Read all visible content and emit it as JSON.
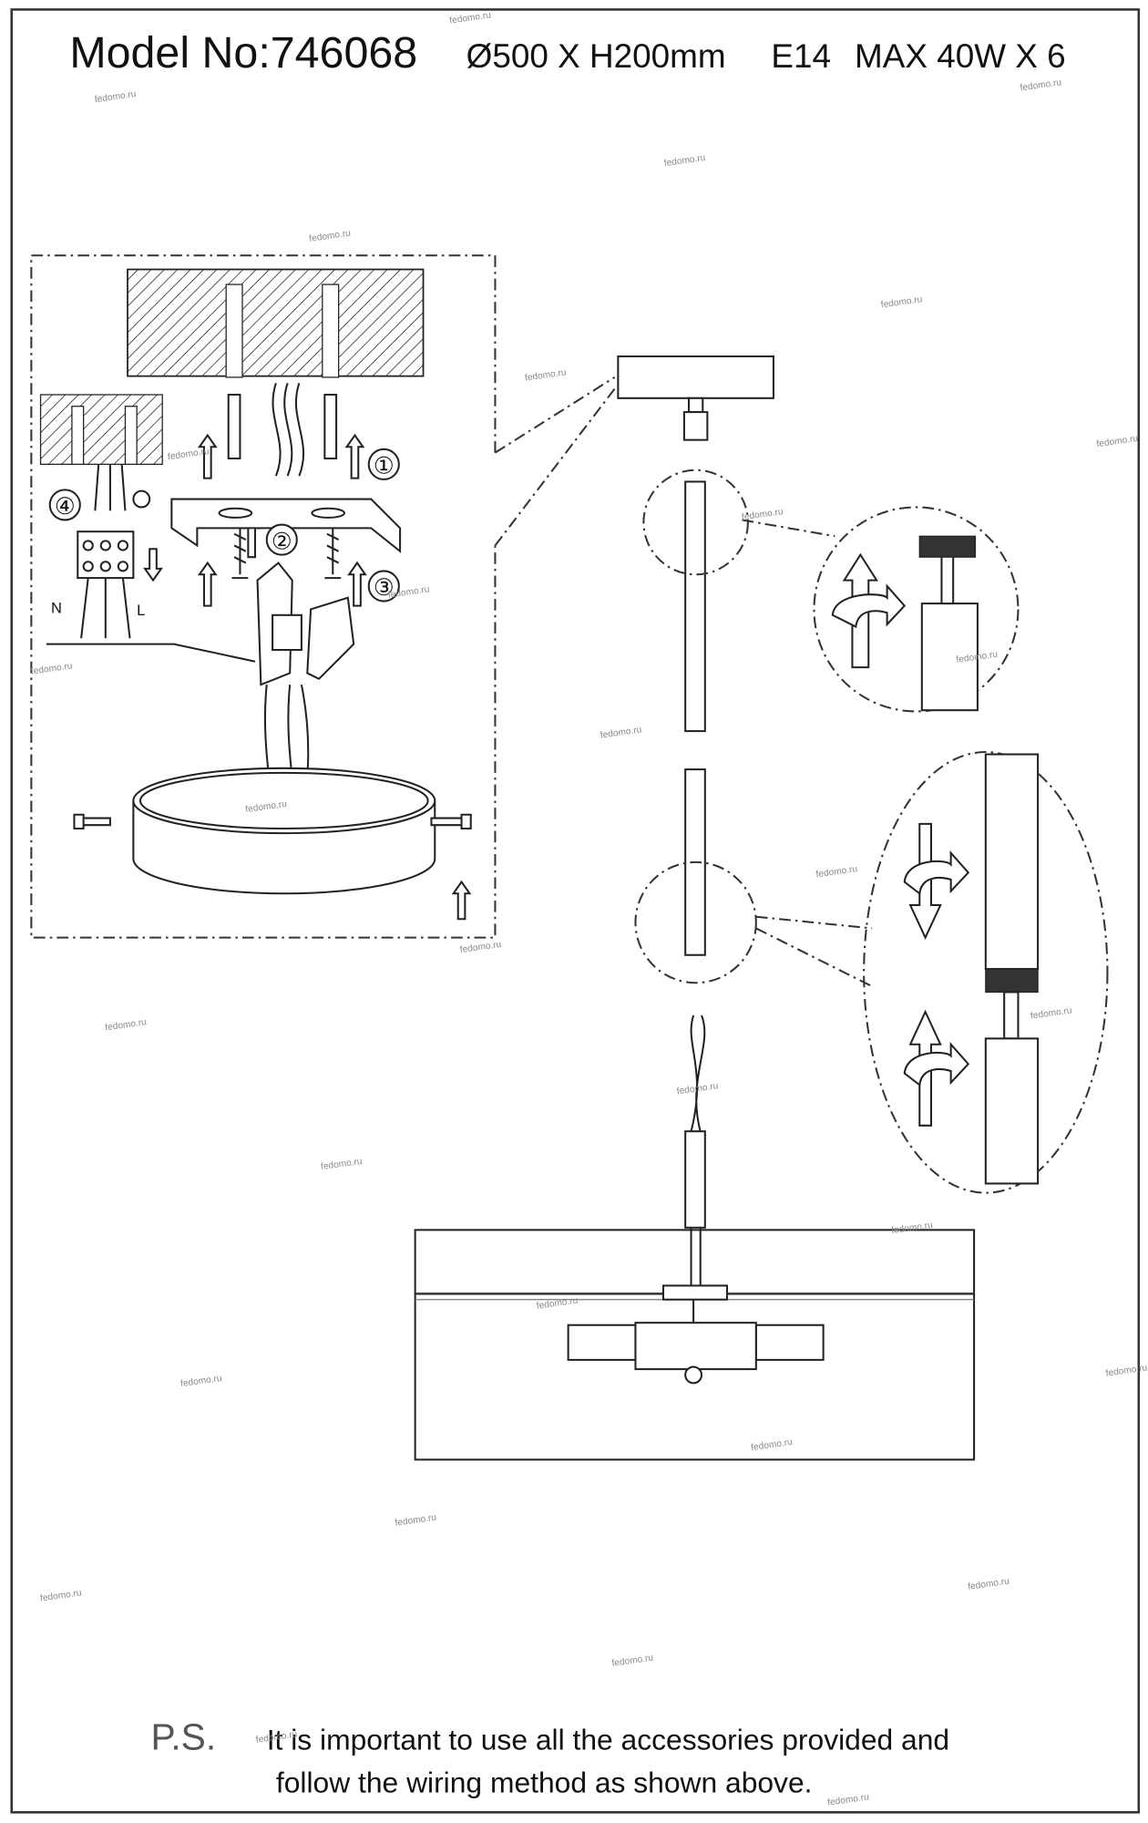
{
  "header": {
    "model": "Model No:746068",
    "dimensions": "Ø500 X H200mm",
    "socket": "E14",
    "power": "MAX 40W X 6"
  },
  "diagram": {
    "step_labels": [
      "①",
      "②",
      "③",
      "④"
    ],
    "wire_labels": {
      "neutral": "N",
      "live": "L"
    }
  },
  "footer": {
    "ps_label": "P.S.",
    "line1": "It is important to use all the accessories provided and",
    "line2": "follow the wiring method as shown above."
  },
  "watermark": "fedomo.ru"
}
